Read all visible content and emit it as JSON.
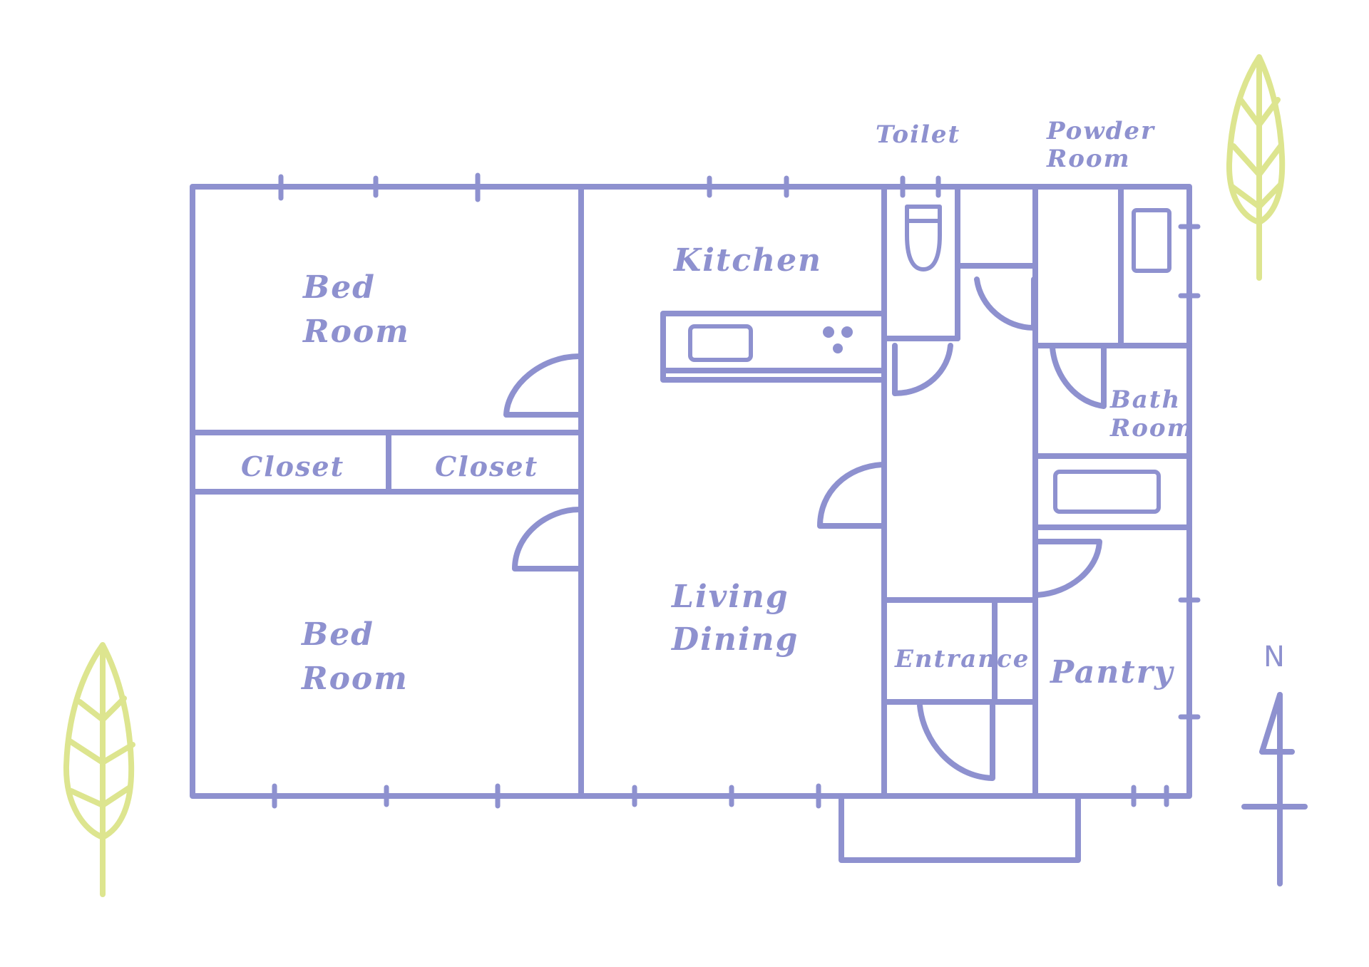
{
  "rooms": {
    "bedroom_top": [
      "Bed",
      "Room"
    ],
    "bedroom_bottom": [
      "Bed",
      "Room"
    ],
    "closet_left": "Closet",
    "closet_right": "Closet",
    "kitchen": "Kitchen",
    "living_dining": [
      "Living",
      "Dining"
    ],
    "toilet": "Toilet",
    "powder_room": [
      "Powder",
      "Room"
    ],
    "bath_room": [
      "Bath",
      "Room"
    ],
    "entrance": "Entrance",
    "pantry": "Pantry"
  },
  "compass": {
    "label": "N",
    "icon": "north-arrow-icon"
  },
  "colors": {
    "wall": "#8e91cf",
    "leaf": "#dde58f",
    "background": "#ffffff"
  }
}
